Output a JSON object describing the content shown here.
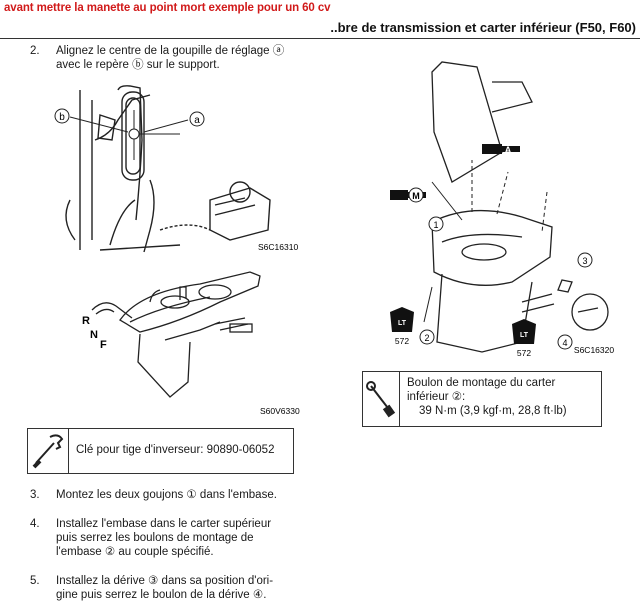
{
  "note": "avant mettre la manette au point mort exemple pour un 60 cv",
  "header": {
    "title": "..bre de transmission et carter inférieur (F50, F60)"
  },
  "steps": [
    {
      "num": "2.",
      "line1": "Alignez le centre de la goupille de réglage ⓐ",
      "line2": "avec le repère ⓑ sur le support."
    },
    {
      "num": "3.",
      "line1": "Montez les deux goujons ① dans l'embase."
    },
    {
      "num": "4.",
      "line1": "Installez l'embase dans le carter supérieur",
      "line2": "puis serrez les boulons de montage de",
      "line3": "l'embase ② au couple spécifié."
    },
    {
      "num": "5.",
      "line1": "Installez la dérive ③ dans sa position d'ori-",
      "line2": "gine puis serrez le boulon de la dérive ④."
    }
  ],
  "figures": {
    "fig1": {
      "code": "S6C16310",
      "label_a": "a",
      "label_b": "b"
    },
    "fig2": {
      "code": "S60V6330",
      "label_r": "R",
      "label_n": "N",
      "label_f": "F"
    },
    "fig3": {
      "code": "S6C16320",
      "label_a": "A",
      "label_m": "M",
      "n1": "1",
      "n2": "2",
      "n3": "3",
      "n4": "4",
      "lt_left": "572",
      "lt_right": "572",
      "lt": "LT"
    }
  },
  "tool": {
    "text": "Clé pour tige d'inverseur: 90890-06052",
    "icon": "wrench-icon"
  },
  "torque": {
    "line1": "Boulon de montage du carter",
    "line2": "inférieur ②:",
    "line3": "39 N·m (3,9 kgf·m, 28,8 ft·lb)",
    "icon": "torque-wrench-icon"
  }
}
